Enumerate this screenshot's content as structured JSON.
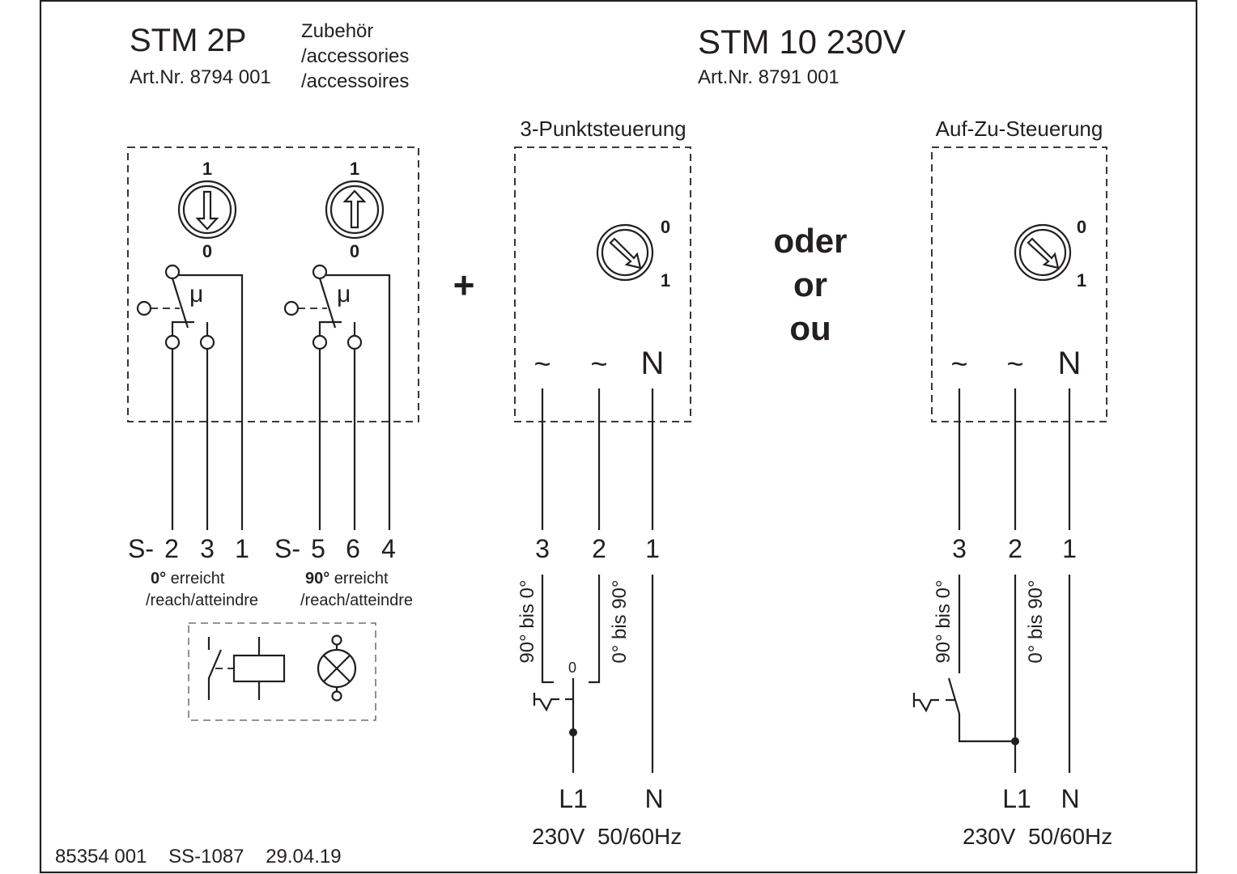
{
  "left": {
    "title": "STM 2P",
    "art_nr": "Art.Nr. 8794 001",
    "accessory_lines": [
      "Zubehör",
      "/accessories",
      "/accessoires"
    ],
    "knob_labels": {
      "top": "1",
      "bottom": "0"
    },
    "micro_label": "μ",
    "terminals_a": [
      "S-",
      "2",
      "3",
      "1"
    ],
    "terminals_b": [
      "S-",
      "5",
      "6",
      "4"
    ],
    "note_a": {
      "bold": "0°",
      "text": " erreicht",
      "line2": "/reach/atteindre"
    },
    "note_b": {
      "bold": "90°",
      "text": " erreicht",
      "line2": "/reach/atteindre"
    }
  },
  "plus": "+",
  "right": {
    "title": "STM 10 230V",
    "art_nr": "Art.Nr. 8791 001"
  },
  "or_words": [
    "oder",
    "or",
    "ou"
  ],
  "three_point": {
    "title": "3-Punktsteuerung",
    "knob_labels": {
      "top": "0",
      "bottom": "1"
    },
    "inputs": [
      "~",
      "~",
      "N"
    ],
    "terminals": [
      "3",
      "2",
      "1"
    ],
    "range_left": "90° bis 0°",
    "range_right": "0° bis 90°",
    "center_label": "0",
    "supply": [
      "L1",
      "N"
    ],
    "supply_spec": "230V  50/60Hz"
  },
  "open_close": {
    "title": "Auf-Zu-Steuerung",
    "knob_labels": {
      "top": "0",
      "bottom": "1"
    },
    "inputs": [
      "~",
      "~",
      "N"
    ],
    "terminals": [
      "3",
      "2",
      "1"
    ],
    "range_left": "90° bis 0°",
    "range_right": "0° bis 90°",
    "supply": [
      "L1",
      "N"
    ],
    "supply_spec": "230V  50/60Hz"
  },
  "footer": "85354 001    SS-1087    29.04.19"
}
